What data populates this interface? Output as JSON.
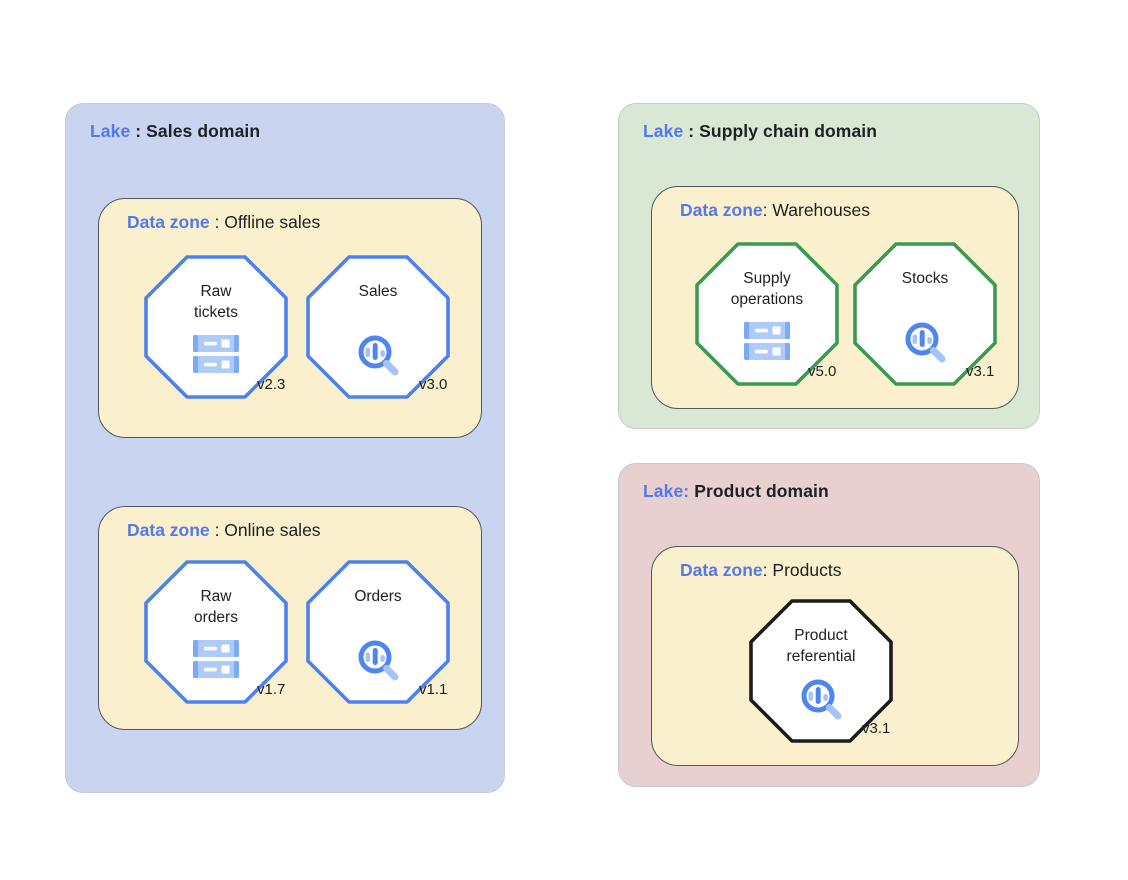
{
  "palette": {
    "lake_blue": "#C9D4F0",
    "lake_green": "#D9E7D5",
    "lake_pink": "#E8D0D1",
    "zone_yellow": "#FBF0CD",
    "zone_border": "#53575D",
    "octagon_blue": "#4D82EC",
    "octagon_green": "#3C9A50",
    "octagon_black": "#1A1C1F",
    "label_blue": "#5479E8",
    "text_black": "#202124",
    "icon_blue_light": "#AECBFA",
    "icon_blue_medium": "#7BAAF7",
    "icon_blue_primary": "#4E86EE",
    "icon_blue_pale": "#A4C4F9"
  },
  "lakes": [
    {
      "title": {
        "prefix": "Lake",
        "separator": " : ",
        "name": "Sales domain"
      },
      "fill": "#C9D4F0",
      "zones": [
        {
          "title": {
            "prefix": "Data zone",
            "separator": " : ",
            "name": "Offline sales"
          },
          "fill": "#FBF0CD",
          "nodes": [
            {
              "label": "Raw\ntickets",
              "icon": "storage-icon",
              "version": "v2.3",
              "border": "#4D82EC"
            },
            {
              "label": "Sales",
              "icon": "search-insights-icon",
              "version": "v3.0",
              "border": "#4D82EC"
            }
          ]
        },
        {
          "title": {
            "prefix": "Data zone",
            "separator": " : ",
            "name": "Online sales"
          },
          "fill": "#FBF0CD",
          "nodes": [
            {
              "label": "Raw\norders",
              "icon": "storage-icon",
              "version": "v1.7",
              "border": "#4D82EC"
            },
            {
              "label": "Orders",
              "icon": "search-insights-icon",
              "version": "v1.1",
              "border": "#4D82EC"
            }
          ]
        }
      ]
    },
    {
      "title": {
        "prefix": "Lake",
        "separator": " : ",
        "name": "Supply chain domain"
      },
      "fill": "#D9E7D5",
      "zones": [
        {
          "title": {
            "prefix": "Data zone",
            "separator": ": ",
            "name": "Warehouses"
          },
          "fill": "#FBF0CD",
          "nodes": [
            {
              "label": "Supply\noperations",
              "icon": "storage-icon",
              "version": "v5.0",
              "border": "#3C9A50"
            },
            {
              "label": "Stocks",
              "icon": "search-insights-icon",
              "version": "v3.1",
              "border": "#3C9A50"
            }
          ]
        }
      ]
    },
    {
      "title": {
        "prefix": "Lake:",
        "separator": " ",
        "name": "Product domain"
      },
      "fill": "#E8D0D1",
      "zones": [
        {
          "title": {
            "prefix": "Data zone",
            "separator": ": ",
            "name": "Products"
          },
          "fill": "#FBF0CD",
          "nodes": [
            {
              "label": "Product\nreferential",
              "icon": "search-insights-icon",
              "version": "v3.1",
              "border": "#1A1C1F"
            }
          ]
        }
      ]
    }
  ]
}
